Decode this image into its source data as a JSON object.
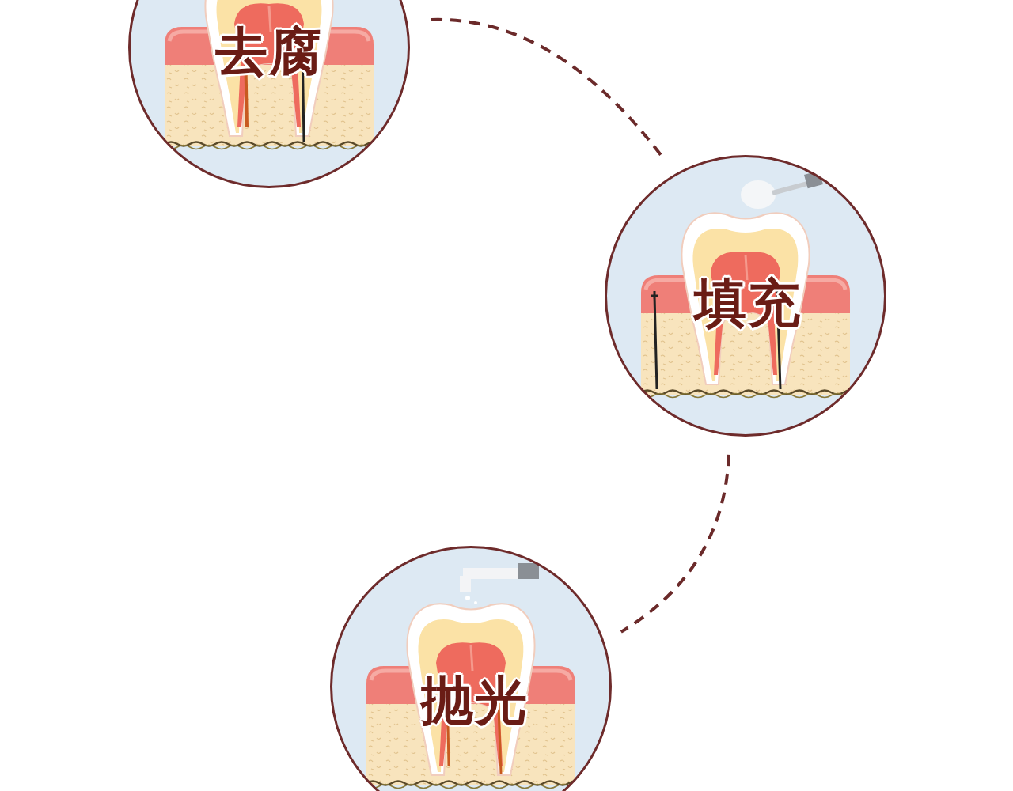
{
  "diagram": {
    "nodes": [
      {
        "text": [
          "去腐"
        ]
      },
      {
        "text": [
          "填充"
        ]
      },
      {
        "text": [
          "抛光"
        ]
      }
    ],
    "edges": [
      {
        "from": 0,
        "to": 1,
        "arrow": "none"
      },
      {
        "from": 1,
        "to": 2,
        "arrow": "none"
      }
    ]
  }
}
